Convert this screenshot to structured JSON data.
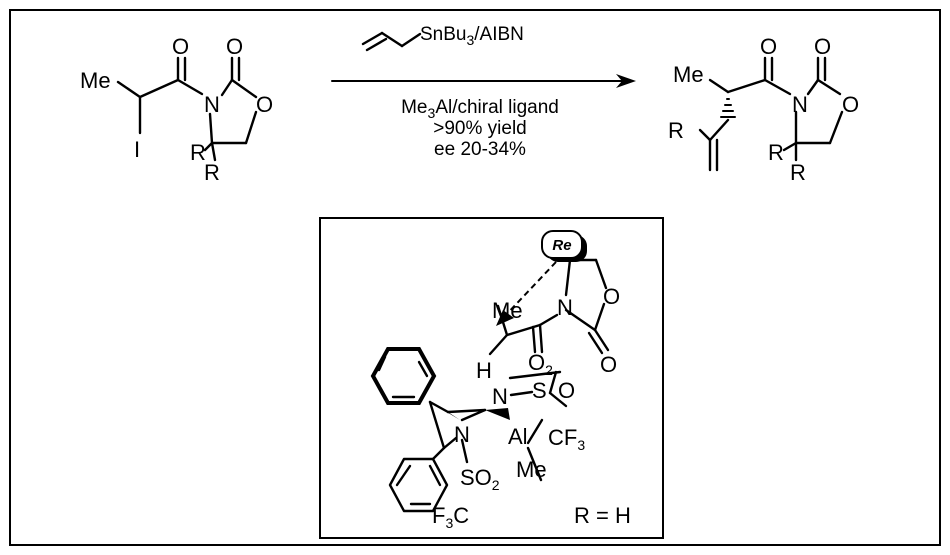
{
  "reaction": {
    "reagent_top": "SnBu",
    "reagent_top_sub": "3",
    "reagent_top_tail": "/AIBN",
    "cond_line1_pre": "Me",
    "cond_line1_sub": "3",
    "cond_line1_post": "Al/chiral ligand",
    "cond_line2": ">90% yield",
    "cond_line3": "ee 20-34%"
  },
  "reactant": {
    "me": "Me",
    "i": "I",
    "o_carbonyl": "O",
    "o_ring_carbonyl": "O",
    "n": "N",
    "o_ring": "O",
    "r1": "R",
    "r2": "R"
  },
  "product": {
    "me": "Me",
    "o_carbonyl": "O",
    "o_ring_carbonyl": "O",
    "n": "N",
    "o_ring": "O",
    "r_alkene": "R",
    "r1": "R",
    "r2": "R"
  },
  "model": {
    "re_label": "Re",
    "me": "Me",
    "h": "H",
    "o2": "O",
    "o2_sub": "2",
    "n_oxaz": "N",
    "o_oxaz_ring": "O",
    "o_oxaz_carbonyl": "O",
    "n_top": "N",
    "s_top": "S",
    "o_top": "O",
    "cf3_top": "CF",
    "cf3_top_sub": "3",
    "al": "Al",
    "n_bottom": "N",
    "so2": "SO",
    "so2_sub": "2",
    "me_al": "Me",
    "f3c_pre": "F",
    "f3c_sub": "3",
    "f3c_post": "C",
    "r_eq_h": "R = H"
  }
}
